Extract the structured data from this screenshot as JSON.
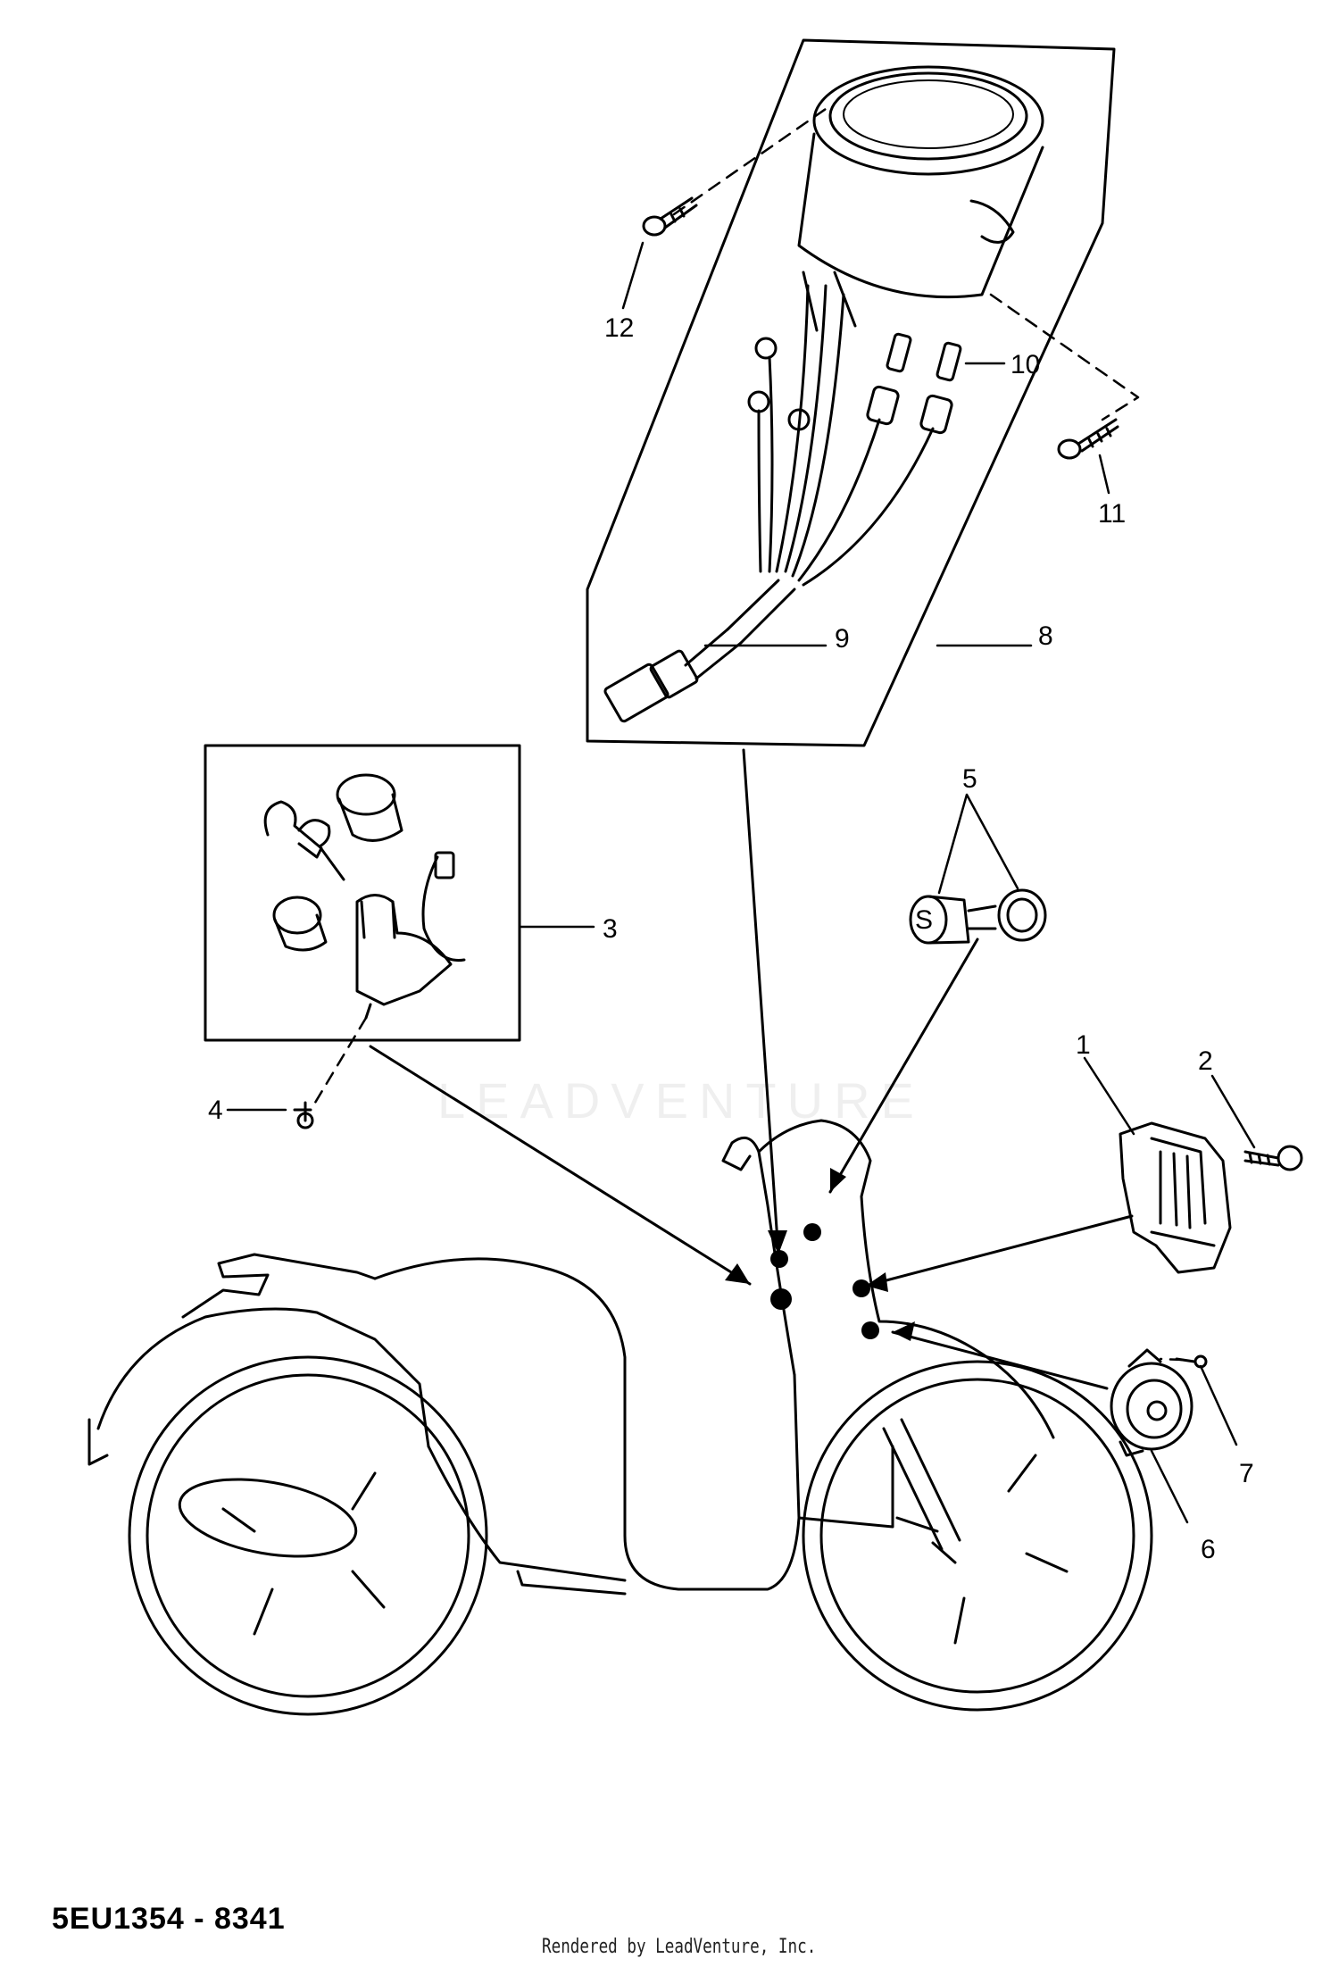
{
  "diagram": {
    "callouts": [
      "1",
      "2",
      "3",
      "4",
      "5",
      "6",
      "7",
      "8",
      "9",
      "10",
      "11",
      "12"
    ],
    "diagram_code": "5EU1354 - 8341",
    "rendered_by": "Rendered by LeadVenture, Inc.",
    "watermark": "LEADVENTURE"
  }
}
